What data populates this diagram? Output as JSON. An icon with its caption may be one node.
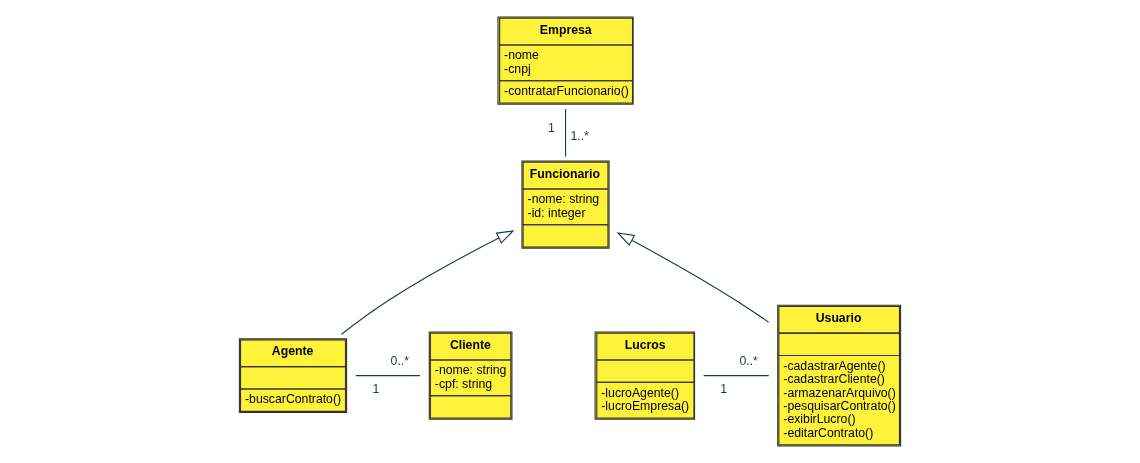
{
  "diagram": {
    "nodes": [
      {
        "text": [
          "Empresa",
          "-nome",
          "-cnpj",
          "-contratarFuncionario()"
        ]
      },
      {
        "text": [
          "Funcionario",
          "-nome: string",
          "-id: integer"
        ]
      },
      {
        "text": [
          "Lucros",
          "-lucroAgente()",
          "-lucroEmpresa()"
        ]
      },
      {
        "text": [
          "Usuario",
          "-cadastrarAgente()",
          "-cadastrarCliente()",
          "-armazenarArquivo()",
          "-pesquisarContrato()",
          "-exibirLucro()",
          "-editarContrato()"
        ]
      },
      {
        "text": [
          "Agente",
          "-buscarContrato()"
        ]
      },
      {
        "text": [
          "Cliente",
          "-nome: string",
          "-cpf: string"
        ]
      }
    ],
    "edges": [
      {
        "from": 0,
        "to": 1,
        "arrow": "none"
      },
      {
        "from": 2,
        "to": 3,
        "arrow": "none"
      },
      {
        "from": 3,
        "to": 1,
        "arrow": "to"
      },
      {
        "from": 4,
        "to": 1,
        "arrow": "to"
      },
      {
        "from": 4,
        "to": 5,
        "arrow": "none"
      }
    ],
    "labels": [
      "1",
      "1..*",
      "1",
      "0..*",
      "1",
      "0..*"
    ]
  }
}
